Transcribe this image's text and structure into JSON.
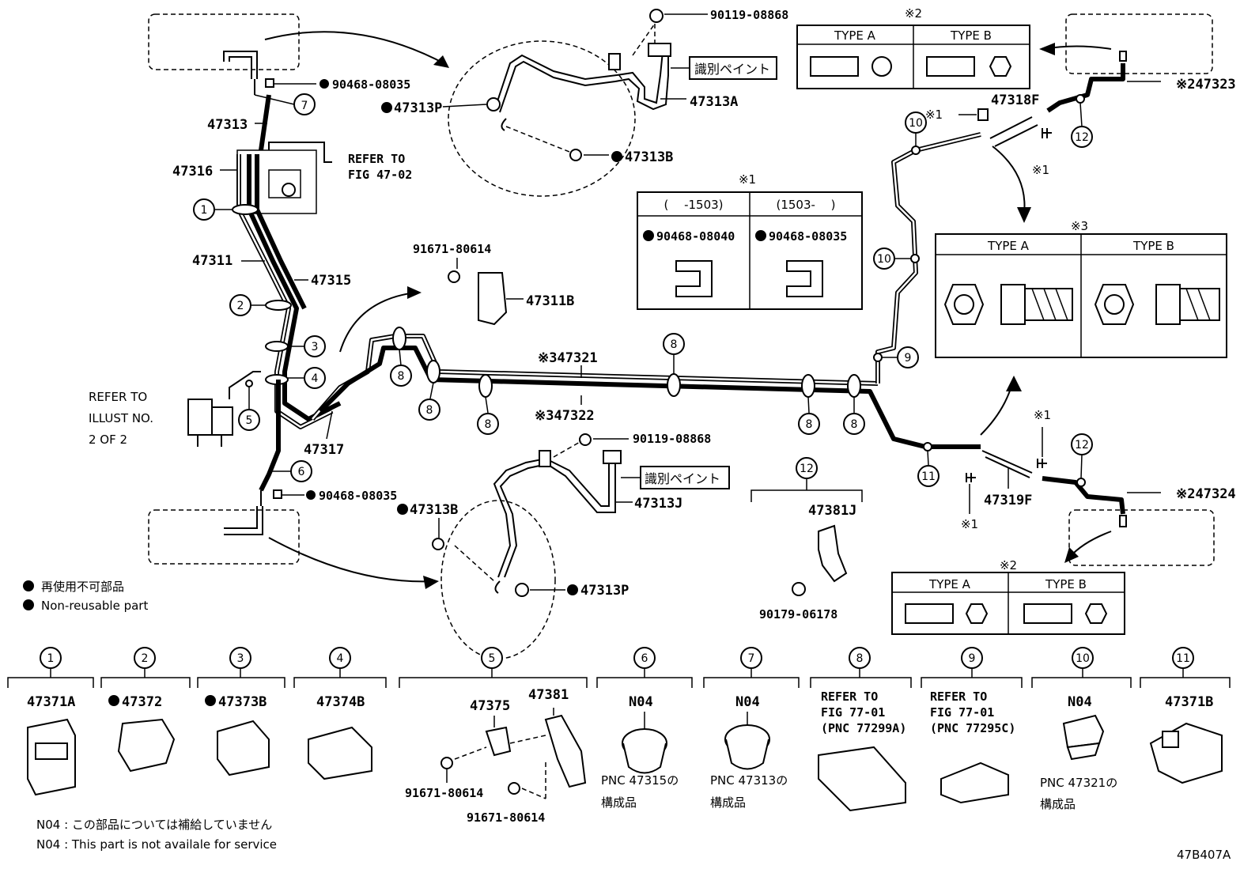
{
  "diagram_id": "47B407A",
  "part_labels": {
    "p90119_08868_top": "90119-08868",
    "p90468_08035_top": "90468-08035",
    "p47313P_top": "47313P",
    "p47313A": "47313A",
    "p47313B_top": "47313B",
    "p47313": "47313",
    "p47316": "47316",
    "refer_fig_1": "REFER TO",
    "refer_fig_2": "FIG 47-02",
    "p47311": "47311",
    "p47315": "47315",
    "p91671_80614_top": "91671-80614",
    "p47311B": "47311B",
    "p47321": "47321",
    "p47322": "47322",
    "p47317": "47317",
    "refer_illust_1": "REFER TO",
    "refer_illust_2": "ILLUST NO.",
    "refer_illust_3": "2 OF 2",
    "p90468_08035_bot": "90468-08035",
    "p90119_08868_bot": "90119-08868",
    "p47313B_bot": "47313B",
    "p47313J": "47313J",
    "p47313P_bot": "47313P",
    "p47381J": "47381J",
    "p90179_06178": "90179-06178",
    "p47318F": "47318F",
    "p47323": "47323",
    "p47319F": "47319F",
    "p47324": "47324",
    "paint_id": "識別ペイント",
    "mark1": "※1",
    "mark2": "※2",
    "mark3": "※3"
  },
  "callouts": [
    "1",
    "2",
    "3",
    "4",
    "5",
    "6",
    "7",
    "8",
    "9",
    "10",
    "11",
    "12"
  ],
  "table_x1": {
    "mark": "※1",
    "col1_head": "(　 -1503)",
    "col2_head": "(1503-　 )",
    "col1_part": "90468-08040",
    "col2_part": "90468-08035"
  },
  "table_x2_top": {
    "mark": "※2",
    "type_a": "TYPE A",
    "type_b": "TYPE B"
  },
  "table_x3": {
    "mark": "※3",
    "type_a": "TYPE A",
    "type_b": "TYPE B"
  },
  "table_x2_bot": {
    "mark": "※2",
    "type_a": "TYPE A",
    "type_b": "TYPE B"
  },
  "legend": {
    "jp": "再使用不可部品",
    "en": "Non-reusable part"
  },
  "bottom_parts": [
    {
      "num": "1",
      "label": "47371A",
      "bullet": false
    },
    {
      "num": "2",
      "label": "47372",
      "bullet": true
    },
    {
      "num": "3",
      "label": "47373B",
      "bullet": true
    },
    {
      "num": "4",
      "label": "47374B",
      "bullet": false
    },
    {
      "num": "5",
      "label_a": "47375",
      "label_b": "47381",
      "bolt1": "91671-80614",
      "bolt2": "91671-80614"
    },
    {
      "num": "6",
      "label": "N04",
      "note1": "PNC 47315の",
      "note2": "構成品"
    },
    {
      "num": "7",
      "label": "N04",
      "note1": "PNC 47313の",
      "note2": "構成品"
    },
    {
      "num": "8",
      "ref1": "REFER TO",
      "ref2": "FIG 77-01",
      "ref3": "(PNC 77299A)"
    },
    {
      "num": "9",
      "ref1": "REFER TO",
      "ref2": "FIG 77-01",
      "ref3": "(PNC 77295C)"
    },
    {
      "num": "10",
      "label": "N04",
      "note1": "PNC 47321の",
      "note2": "構成品"
    },
    {
      "num": "11",
      "label": "47371B",
      "bullet": false
    }
  ],
  "footnotes": {
    "jp": "N04 : この部品については補給していません",
    "en": "N04 : This part is not availale for service"
  },
  "colors": {
    "line": "#000000",
    "background": "#ffffff"
  }
}
